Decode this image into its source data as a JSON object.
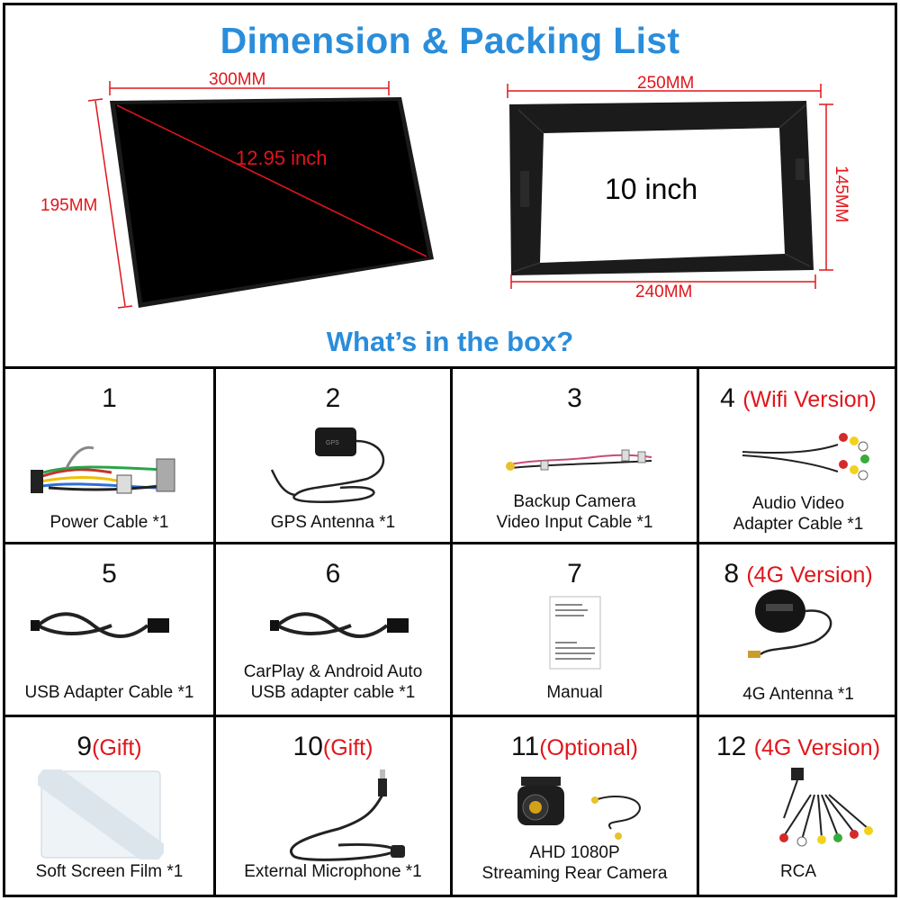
{
  "header": {
    "title": "Dimension & Packing List",
    "subtitle": "What’s in the box?"
  },
  "dimensions": {
    "width_top": "300MM",
    "height_left": "195MM",
    "diagonal": "12.95 inch",
    "frame_top": "250MM",
    "frame_bottom": "240MM",
    "frame_right": "145MM",
    "frame_size": "10 inch"
  },
  "items": [
    {
      "num": "1",
      "tag": "",
      "caption": [
        "Power Cable *1"
      ]
    },
    {
      "num": "2",
      "tag": "",
      "caption": [
        "GPS Antenna *1"
      ]
    },
    {
      "num": "3",
      "tag": "",
      "caption": [
        "Backup Camera",
        "Video Input Cable *1"
      ]
    },
    {
      "num": "4",
      "tag": "(Wifi Version)",
      "caption": [
        "Audio Video",
        "Adapter Cable *1"
      ]
    },
    {
      "num": "5",
      "tag": "",
      "caption": [
        "USB Adapter Cable *1"
      ]
    },
    {
      "num": "6",
      "tag": "",
      "caption": [
        "CarPlay & Android Auto",
        "USB adapter cable *1"
      ]
    },
    {
      "num": "7",
      "tag": "",
      "caption": [
        "Manual"
      ]
    },
    {
      "num": "8",
      "tag": "(4G Version)",
      "caption": [
        "4G Antenna *1"
      ]
    },
    {
      "num": "9",
      "tag": "(Gift)",
      "caption": [
        "Soft Screen Film *1"
      ]
    },
    {
      "num": "10",
      "tag": "(Gift)",
      "caption": [
        "External Microphone *1"
      ]
    },
    {
      "num": "11",
      "tag": "(Optional)",
      "caption": [
        "AHD 1080P",
        "Streaming Rear Camera"
      ]
    },
    {
      "num": "12",
      "tag": "(4G Version)",
      "caption": [
        "RCA"
      ]
    }
  ],
  "colors": {
    "title_blue": "#2a8ddb",
    "dimension_red": "#e0161b"
  }
}
